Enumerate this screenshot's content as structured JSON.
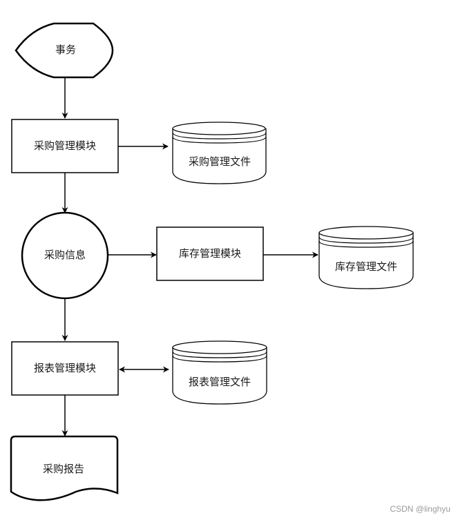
{
  "diagram": {
    "type": "data-flow",
    "nodes": {
      "transaction": {
        "label": "事务",
        "shape": "display"
      },
      "purchase_module": {
        "label": "采购管理模块",
        "shape": "process"
      },
      "purchase_file": {
        "label": "采购管理文件",
        "shape": "data-store"
      },
      "purchase_info": {
        "label": "采购信息",
        "shape": "connector"
      },
      "inventory_module": {
        "label": "库存管理模块",
        "shape": "process"
      },
      "inventory_file": {
        "label": "库存管理文件",
        "shape": "data-store"
      },
      "report_module": {
        "label": "报表管理模块",
        "shape": "process"
      },
      "report_file": {
        "label": "报表管理文件",
        "shape": "data-store"
      },
      "purchase_report": {
        "label": "采购报告",
        "shape": "document"
      }
    },
    "edges": [
      {
        "from": "事务",
        "to": "采购管理模块",
        "direction": "forward"
      },
      {
        "from": "采购管理模块",
        "to": "采购管理文件",
        "direction": "forward"
      },
      {
        "from": "采购管理模块",
        "to": "采购信息",
        "direction": "forward"
      },
      {
        "from": "采购信息",
        "to": "库存管理模块",
        "direction": "forward"
      },
      {
        "from": "库存管理模块",
        "to": "库存管理文件",
        "direction": "forward"
      },
      {
        "from": "采购信息",
        "to": "报表管理模块",
        "direction": "forward"
      },
      {
        "from": "报表管理模块",
        "to": "报表管理文件",
        "direction": "both"
      },
      {
        "from": "报表管理模块",
        "to": "采购报告",
        "direction": "forward"
      }
    ]
  },
  "watermark": "CSDN @linghyu",
  "colors": {
    "stroke": "#000000",
    "text": "#1a1a1a",
    "watermark": "#9a9a9a"
  }
}
